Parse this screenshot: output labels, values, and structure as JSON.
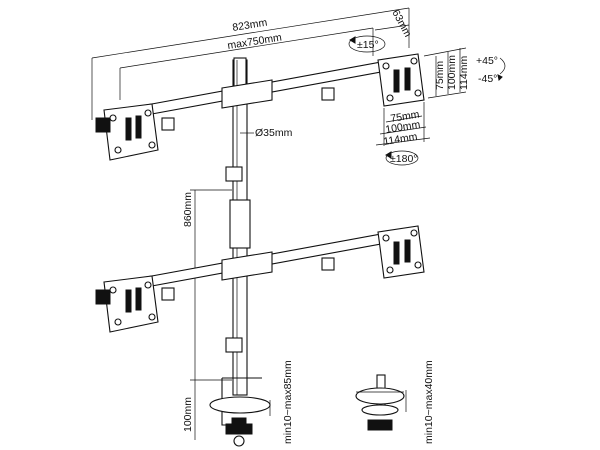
{
  "dimensions": {
    "overall_width": "823mm",
    "arm_span": "max750mm",
    "arm_offset": "63mm",
    "pole_diameter": "Ø35mm",
    "pole_height": "860mm",
    "base_height": "100mm",
    "clamp_thickness_full": "min10~max85mm",
    "clamp_thickness_grommet": "min10~max40mm"
  },
  "vesa": {
    "h75": "75mm",
    "h100": "100mm",
    "h114": "114mm",
    "w75": "75mm",
    "w100": "100mm",
    "w114": "114mm"
  },
  "rotation": {
    "tilt": "±15°",
    "swivel_pos": "+45°",
    "swivel_neg": "-45°",
    "rotate": "±180°"
  },
  "icons": [
    "clamp-base-icon",
    "grommet-base-icon",
    "vesa-plate-icon",
    "rotation-arrow-icon"
  ]
}
